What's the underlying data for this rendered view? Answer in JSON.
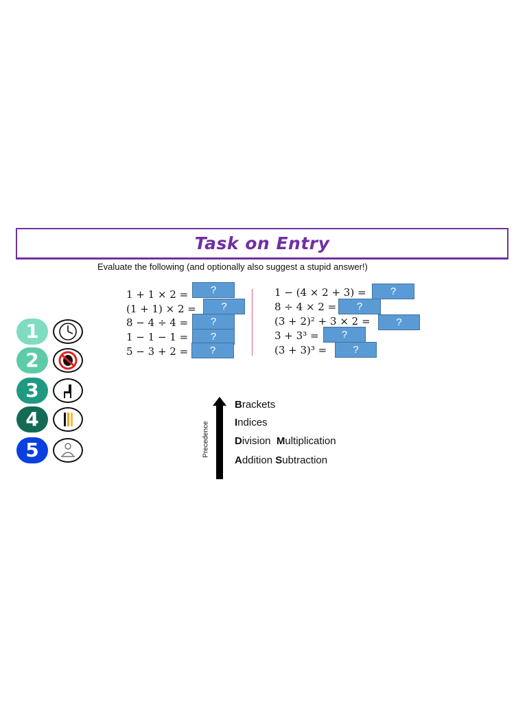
{
  "title": "Task on Entry",
  "subtitle": "Evaluate the following (and optionally also suggest a stupid answer!)",
  "left_questions": [
    {
      "expr": "1 + 1 × 2 =",
      "answer": "?"
    },
    {
      "expr": "(1 + 1) × 2 =",
      "answer": "?"
    },
    {
      "expr": "8 − 4 ÷ 4 =",
      "answer": "?"
    },
    {
      "expr": "1 − 1 − 1 =",
      "answer": "?"
    },
    {
      "expr": "5 − 3 + 2 =",
      "answer": "?"
    }
  ],
  "right_questions": [
    {
      "expr": "1 − (4 × 2 + 3) =",
      "answer": "?"
    },
    {
      "expr": "8 ÷ 4 × 2 =",
      "answer": "?"
    },
    {
      "expr": "(3 + 2)² + 3 × 2 =",
      "answer": "?"
    },
    {
      "expr": "3 + 3³ =",
      "answer": "?"
    },
    {
      "expr": "(3 + 3)³ =",
      "answer": "?"
    }
  ],
  "steps": [
    {
      "num": "1",
      "color": "#7fdcc0",
      "icon": "clock-icon"
    },
    {
      "num": "2",
      "color": "#5ecba8",
      "icon": "no-talking-icon"
    },
    {
      "num": "3",
      "color": "#1f9a82",
      "icon": "chair-icon"
    },
    {
      "num": "4",
      "color": "#136b55",
      "icon": "pencils-icon"
    },
    {
      "num": "5",
      "color": "#0a3fe0",
      "icon": "student-working-icon"
    }
  ],
  "precedence_label": "Precedence",
  "rules": [
    {
      "parts": [
        {
          "bold": "B",
          "rest": "rackets"
        }
      ]
    },
    {
      "parts": [
        {
          "bold": "I",
          "rest": "ndices"
        }
      ]
    },
    {
      "parts": [
        {
          "bold": "D",
          "rest": "ivision  "
        },
        {
          "bold": "M",
          "rest": "ultiplication"
        }
      ]
    },
    {
      "parts": [
        {
          "bold": "A",
          "rest": "ddition "
        },
        {
          "bold": "S",
          "rest": "ubtraction"
        }
      ]
    }
  ],
  "colors": {
    "title": "#7030a0",
    "answer_box": "#5b9bd5"
  }
}
